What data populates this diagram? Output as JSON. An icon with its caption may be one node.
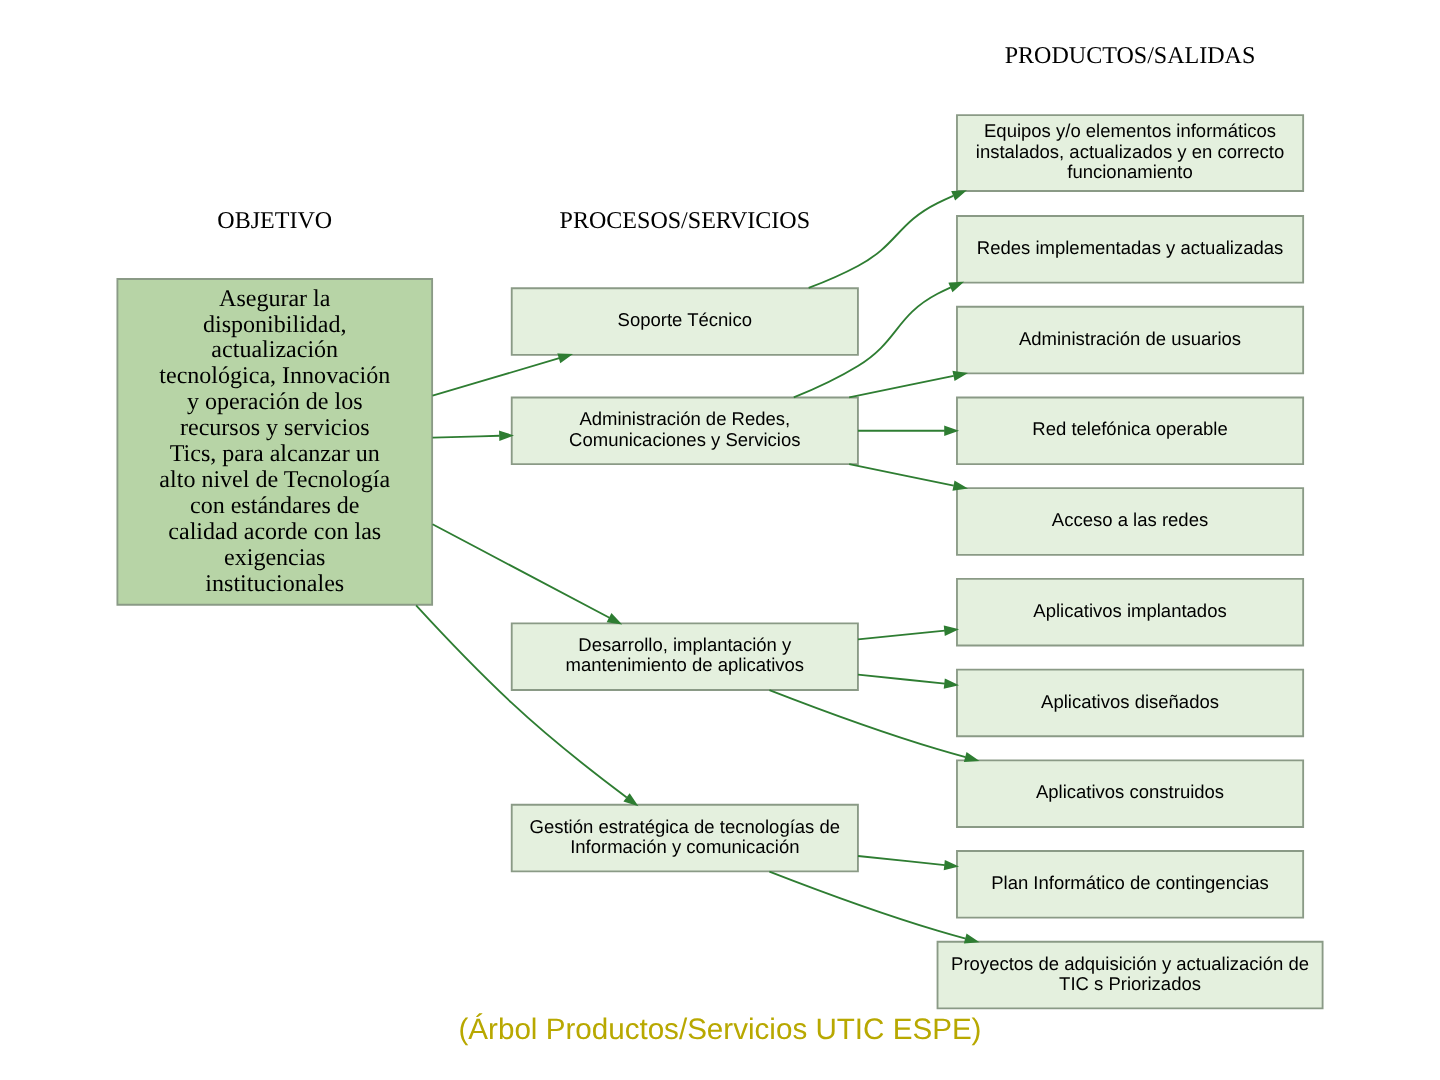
{
  "diagram": {
    "caption": "(Árbol Productos/Servicios UTIC ESPE)",
    "nodes": [
      {
        "text": [
          "Asegurar la disponibilidad, actualización tecnológica, Innovación y operación de los recursos y servicios Tics, para alcanzar un alto nivel de Tecnología con estándares de calidad acorde con las exigencias institucionales"
        ]
      },
      {
        "text": [
          "Gestión estratégica de tecnologías de Información y comunicación"
        ]
      },
      {
        "text": [
          "Soporte Técnico"
        ]
      },
      {
        "text": [
          "Administración de Redes, Comunicaciones y Servicios"
        ]
      },
      {
        "text": [
          "Desarrollo, implantación y mantenimiento de aplicativos"
        ]
      },
      {
        "text": [
          "Proyectos de adquisición y actualización de TIC s Priorizados"
        ]
      },
      {
        "text": [
          "Plan Informático de contingencias"
        ]
      },
      {
        "text": [
          "Equipos y/o elementos informáticos instalados, actualizados y en correcto funcionamiento"
        ]
      },
      {
        "text": [
          "Red telefónica operable"
        ]
      },
      {
        "text": [
          "Acceso a las redes"
        ]
      },
      {
        "text": [
          "Redes implementadas y actualizadas"
        ]
      },
      {
        "text": [
          "Administración de usuarios"
        ]
      },
      {
        "text": [
          "Aplicativos diseñados"
        ]
      },
      {
        "text": [
          "Aplicativos construidos"
        ]
      },
      {
        "text": [
          "Aplicativos implantados"
        ]
      }
    ],
    "edges": [
      {
        "from": 0,
        "to": 1,
        "arrow": "to"
      },
      {
        "from": 0,
        "to": 2,
        "arrow": "to"
      },
      {
        "from": 0,
        "to": 3,
        "arrow": "to"
      },
      {
        "from": 0,
        "to": 4,
        "arrow": "to"
      },
      {
        "from": 1,
        "to": 5,
        "arrow": "to"
      },
      {
        "from": 1,
        "to": 6,
        "arrow": "to"
      },
      {
        "from": 2,
        "to": 7,
        "arrow": "to"
      },
      {
        "from": 3,
        "to": 8,
        "arrow": "to"
      },
      {
        "from": 3,
        "to": 9,
        "arrow": "to"
      },
      {
        "from": 3,
        "to": 10,
        "arrow": "to"
      },
      {
        "from": 3,
        "to": 11,
        "arrow": "to"
      },
      {
        "from": 4,
        "to": 12,
        "arrow": "to"
      },
      {
        "from": 4,
        "to": 13,
        "arrow": "to"
      },
      {
        "from": 4,
        "to": 14,
        "arrow": "to"
      }
    ],
    "labels": [
      "OBJETIVO",
      "PROCESOS/SERVICIOS",
      "PRODUCTOS/SALIDAS"
    ]
  }
}
